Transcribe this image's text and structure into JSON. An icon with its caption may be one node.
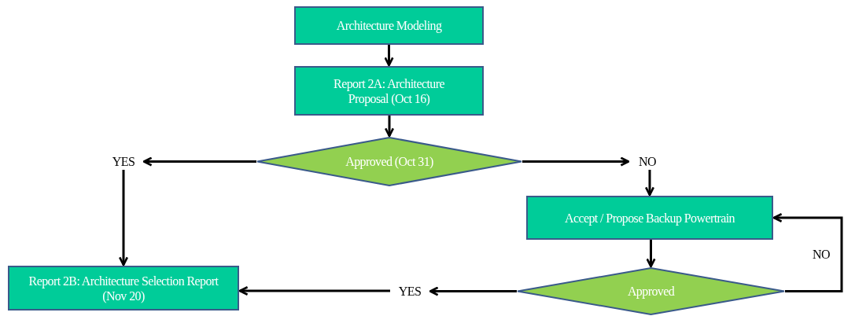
{
  "diagram": {
    "nodes": [
      {
        "text": [
          "Architecture Modeling"
        ]
      },
      {
        "text": [
          "Report 2A: Architecture Proposal (Oct 16)"
        ]
      },
      {
        "text": [
          "Approved (Oct 31)"
        ]
      },
      {
        "text": [
          "YES"
        ]
      },
      {
        "text": [
          "NO"
        ]
      },
      {
        "text": [
          "Accept / Propose Backup Powertrain"
        ]
      },
      {
        "text": [
          "Report 2B: Architecture Selection Report (Nov 20)"
        ]
      },
      {
        "text": [
          "Approved"
        ]
      },
      {
        "text": [
          "YES"
        ]
      }
    ],
    "edges": [
      {
        "from": 0,
        "to": 1,
        "arrow": "to"
      },
      {
        "from": 1,
        "to": 2,
        "arrow": "to"
      },
      {
        "from": 2,
        "to": 3,
        "arrow": "to"
      },
      {
        "from": 2,
        "to": 4,
        "arrow": "to"
      },
      {
        "from": 3,
        "to": 6,
        "arrow": "to"
      },
      {
        "from": 4,
        "to": 5,
        "arrow": "to"
      },
      {
        "from": 5,
        "to": 7,
        "arrow": "to"
      },
      {
        "from": 7,
        "to": 8,
        "arrow": "to"
      },
      {
        "from": 8,
        "to": 6,
        "arrow": "to"
      },
      {
        "from": 7,
        "to": 5,
        "arrow": "to",
        "label": "NO"
      }
    ]
  }
}
